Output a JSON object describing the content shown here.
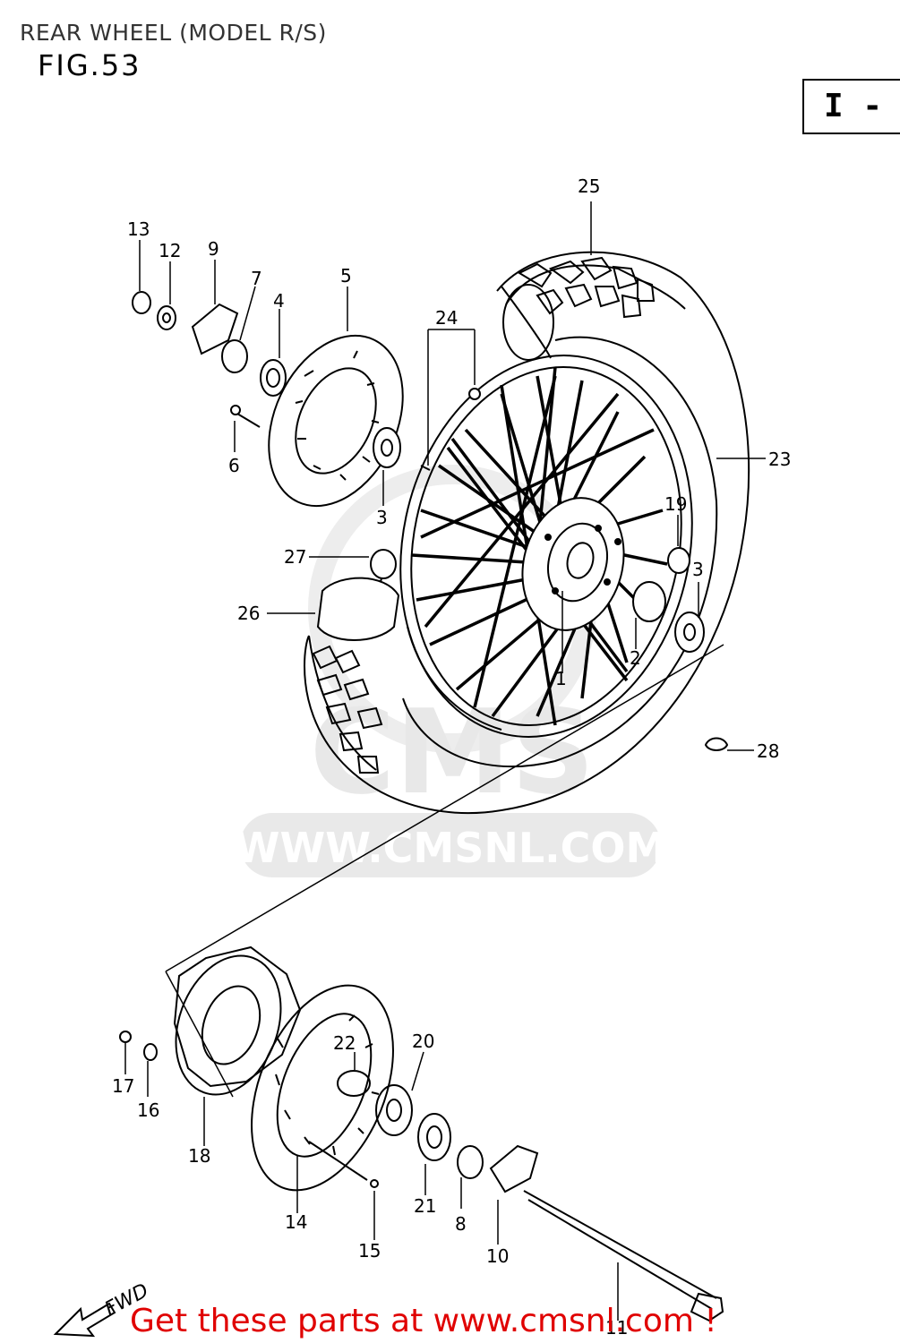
{
  "header": {
    "title": "REAR WHEEL (MODEL R/S)",
    "figure": "FIG.53",
    "group_box": "I -"
  },
  "watermark": {
    "logo_text": "CMS",
    "url_text": "WWW.CMSNL.COM"
  },
  "fwd_text": "FWD",
  "callouts": {
    "p1": "1",
    "p2": "2",
    "p3a": "3",
    "p3b": "3",
    "p4": "4",
    "p5": "5",
    "p6": "6",
    "p7": "7",
    "p8": "8",
    "p9": "9",
    "p10": "10",
    "p11": "11",
    "p12": "12",
    "p13": "13",
    "p14": "14",
    "p15": "15",
    "p16": "16",
    "p17": "17",
    "p18": "18",
    "p19": "19",
    "p20": "20",
    "p21": "21",
    "p22": "22",
    "p23": "23",
    "p24": "24",
    "p25": "25",
    "p26": "26",
    "p27": "27",
    "p28": "28"
  },
  "footer": {
    "link_text": "Get these parts at www.cmsnl.com !",
    "link_color": "#e00000"
  }
}
